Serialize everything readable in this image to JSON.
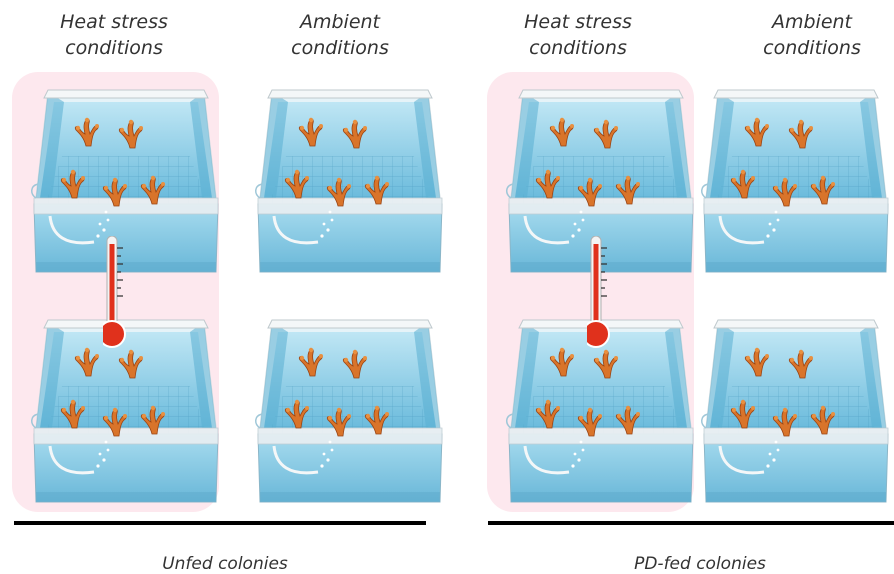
{
  "columns": [
    {
      "line1": "Heat stress",
      "line2": "conditions"
    },
    {
      "line1": "Ambient",
      "line2": "conditions"
    },
    {
      "line1": "Heat stress",
      "line2": "conditions"
    },
    {
      "line1": "Ambient",
      "line2": "conditions"
    }
  ],
  "groups": [
    {
      "label": "Unfed colonies"
    },
    {
      "label": "PD-fed colonies"
    }
  ],
  "colors": {
    "heat_background": "#fde8ee",
    "water": "#7cc7e3",
    "coral": "#d9742a",
    "thermometer": "#e0311c",
    "bar": "#000000"
  }
}
